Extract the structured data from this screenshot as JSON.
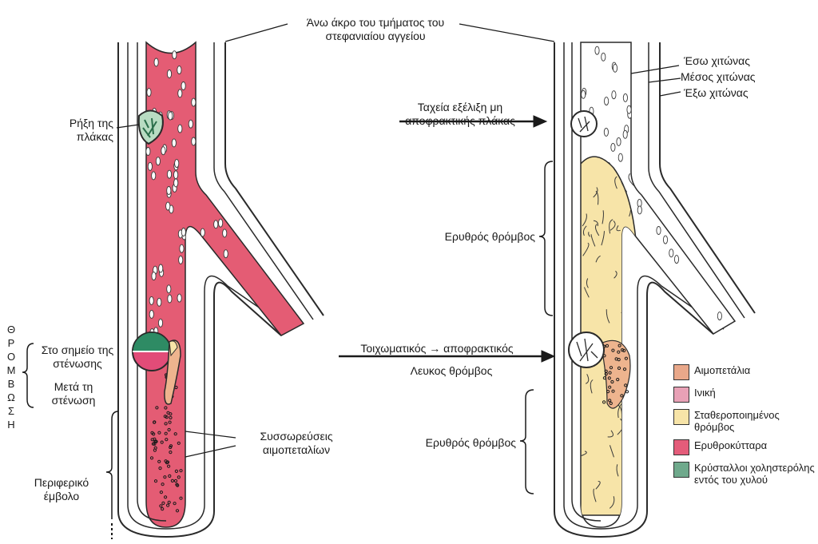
{
  "top_label": "Άνω άκρο του τμήματος του στεφανιαίου αγγείου",
  "left": {
    "plaque_rupture": "Ρήξη της πλάκας",
    "thrombosis_vertical": "ΘΡΟΜΒΩΣΗ",
    "at_stenosis": "Στο σημείο της στένωσης",
    "after_stenosis": "Μετά τη στένωση",
    "platelet_aggregates": "Συσσωρεύσεις αιμοπεταλίων",
    "peripheral_embolus": "Περιφερικό έμβολο"
  },
  "middle": {
    "rapid_progression": "Ταχεία εξέλιξη μη αποφρακτικής πλάκας",
    "mural_to_occlusive": "Τοιχωματικός → αποφρακτικός",
    "white_thrombus": "Λευκος θρόμβος"
  },
  "right": {
    "intima": "Έσω χιτώνας",
    "media": "Μέσος χιτώνας",
    "adventitia": "Έξω χιτώνας",
    "red_thrombus_top": "Ερυθρός θρόμβος",
    "red_thrombus_bottom": "Ερυθρός θρόμβος"
  },
  "legend": [
    {
      "label": "Αιμοπετάλια",
      "color": "#e9a88a",
      "icon": "platelet-swatch"
    },
    {
      "label": "Ινική",
      "color": "#e8a1b6",
      "icon": "fibrin-swatch"
    },
    {
      "label": "Σταθεροποιημένος θρόμβος",
      "color": "#f7e4a8",
      "icon": "stabilized-thrombus-swatch"
    },
    {
      "label": "Ερυθροκύτταρα",
      "color": "#e45c7a",
      "icon": "red-cells-swatch"
    },
    {
      "label": "Κρύσταλλοι χοληστερόλης εντός του χυλού",
      "color": "#6fa98c",
      "icon": "cholesterol-crystals-swatch"
    }
  ],
  "colors": {
    "blood": "#e45c74",
    "stable_thrombus": "#f7e4a8",
    "platelet": "#eeb48e",
    "plaque_core": "#b8dcc2",
    "outline": "#2a2a2a"
  }
}
